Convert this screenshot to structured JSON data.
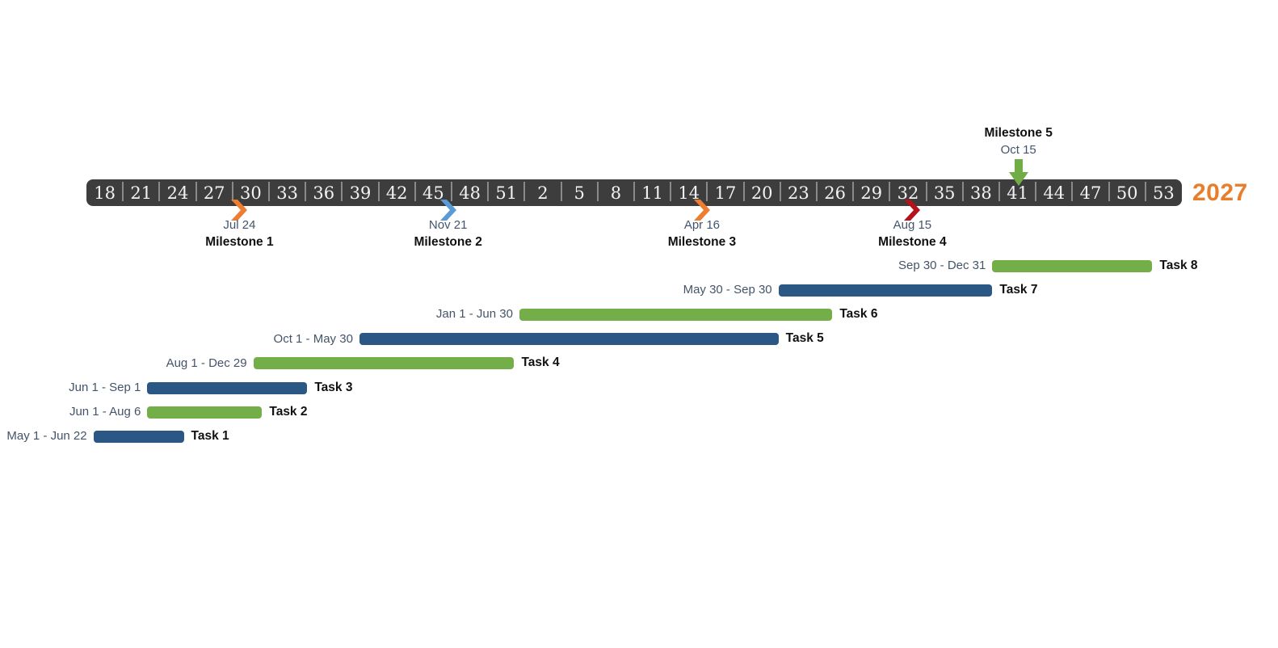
{
  "canvas": {
    "background": "#FFFFFF"
  },
  "chart_data": {
    "type": "bar",
    "subtype": "gantt-timeline",
    "title": "",
    "year_label": "2027",
    "legend": "none",
    "timeline": {
      "weeks": [
        "18",
        "21",
        "24",
        "27",
        "30",
        "33",
        "36",
        "39",
        "42",
        "45",
        "48",
        "51",
        "2",
        "5",
        "8",
        "11",
        "14",
        "17",
        "20",
        "23",
        "26",
        "29",
        "32",
        "35",
        "38",
        "41",
        "44",
        "47",
        "50",
        "53"
      ],
      "band_color": "#3D3D3D",
      "separator_color": "#8A8A8A",
      "week_text_color": "#F2F2F2",
      "scale_start_date": "2026-04-27",
      "days_per_cell": 21
    },
    "milestones": [
      {
        "name": "Milestone 1",
        "date_label": "Jul 24",
        "date": "2026-07-24",
        "color": "#ED7D31",
        "color_name": "orange",
        "placement": "below",
        "marker": "chevron-right"
      },
      {
        "name": "Milestone 2",
        "date_label": "Nov 21",
        "date": "2026-11-21",
        "color": "#5B9BD5",
        "color_name": "blue",
        "placement": "below",
        "marker": "chevron-right"
      },
      {
        "name": "Milestone 3",
        "date_label": "Apr 16",
        "date": "2027-04-16",
        "color": "#ED7D31",
        "color_name": "orange",
        "placement": "below",
        "marker": "chevron-right"
      },
      {
        "name": "Milestone 4",
        "date_label": "Aug 15",
        "date": "2027-08-15",
        "color": "#B5121B",
        "color_name": "dark-red",
        "placement": "below",
        "marker": "chevron-right"
      },
      {
        "name": "Milestone 5",
        "date_label": "Oct 15",
        "date": "2027-10-15",
        "color": "#70AD47",
        "color_name": "green",
        "placement": "above",
        "marker": "arrow-down"
      }
    ],
    "tasks": [
      {
        "name": "Task 8",
        "date_range": "Sep 30 - Dec 31",
        "start": "2027-09-30",
        "end": "2027-12-31",
        "color_name": "green"
      },
      {
        "name": "Task 7",
        "date_range": "May 30 - Sep 30",
        "start": "2027-05-30",
        "end": "2027-09-30",
        "color_name": "blue"
      },
      {
        "name": "Task 6",
        "date_range": "Jan 1 - Jun 30",
        "start": "2027-01-01",
        "end": "2027-06-30",
        "color_name": "green"
      },
      {
        "name": "Task 5",
        "date_range": "Oct 1 - May 30",
        "start": "2026-10-01",
        "end": "2027-05-30",
        "color_name": "blue"
      },
      {
        "name": "Task 4",
        "date_range": "Aug 1 - Dec 29",
        "start": "2026-08-01",
        "end": "2026-12-29",
        "color_name": "green"
      },
      {
        "name": "Task 3",
        "date_range": "Jun 1 - Sep 1",
        "start": "2026-06-01",
        "end": "2026-09-01",
        "color_name": "blue"
      },
      {
        "name": "Task 2",
        "date_range": "Jun 1 - Aug 6",
        "start": "2026-06-01",
        "end": "2026-08-06",
        "color_name": "green"
      },
      {
        "name": "Task 1",
        "date_range": "May 1 - Jun 22",
        "start": "2026-05-01",
        "end": "2026-06-22",
        "color_name": "blue"
      }
    ],
    "colors": {
      "bar_blue": "#2A5783",
      "bar_green": "#74AE49",
      "date_text": "#44546A",
      "task_text": "#111111",
      "year_text": "#E87E2B"
    }
  }
}
